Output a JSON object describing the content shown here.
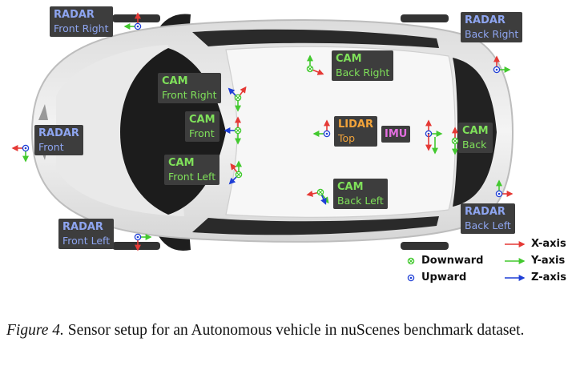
{
  "sensors": {
    "radar_front_right": {
      "type": "RADAR",
      "name": "Front Right"
    },
    "radar_back_right": {
      "type": "RADAR",
      "name": "Back Right"
    },
    "radar_front": {
      "type": "RADAR",
      "name": "Front"
    },
    "radar_front_left": {
      "type": "RADAR",
      "name": "Front Left"
    },
    "radar_back_left": {
      "type": "RADAR",
      "name": "Back Left"
    },
    "cam_back_right": {
      "type": "CAM",
      "name": "Back Right"
    },
    "cam_front_right": {
      "type": "CAM",
      "name": "Front Right"
    },
    "cam_front": {
      "type": "CAM",
      "name": "Front"
    },
    "cam_front_left": {
      "type": "CAM",
      "name": "Front Left"
    },
    "cam_back_left": {
      "type": "CAM",
      "name": "Back Left"
    },
    "cam_back": {
      "type": "CAM",
      "name": "Back"
    },
    "lidar_top": {
      "type": "LIDAR",
      "name": "Top"
    },
    "imu": {
      "type": "IMU"
    }
  },
  "legend": {
    "downward": "Downward",
    "upward": "Upward",
    "x_axis": "X-axis",
    "y_axis": "Y-axis",
    "z_axis": "Z-axis"
  },
  "colors": {
    "x_axis": "#e53935",
    "y_axis": "#43c92f",
    "z_axis": "#1f3fd6",
    "radar_text": "#8ea5f0",
    "cam_text": "#7fe05a",
    "lidar_text": "#f2a33a",
    "imu_text": "#e36fe0",
    "label_bg": "#3d3d3d"
  },
  "caption": {
    "figure": "Figure 4.",
    "text": " Sensor setup for an Autonomous vehicle in nuScenes benchmark dataset."
  }
}
